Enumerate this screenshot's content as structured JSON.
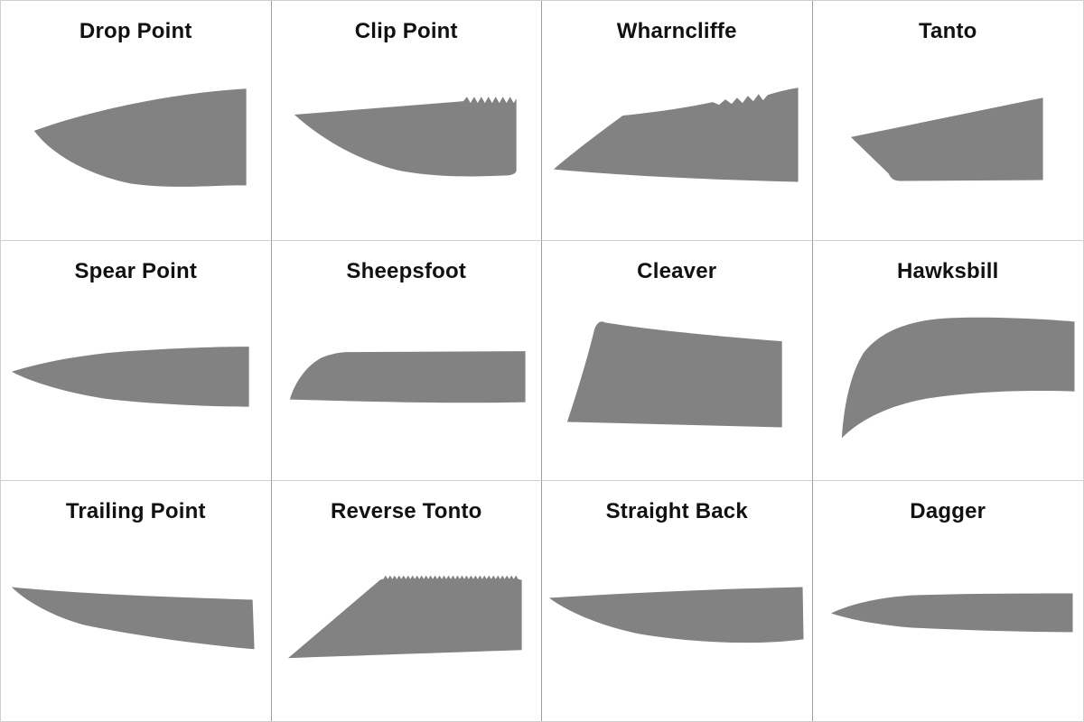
{
  "grid": {
    "columns": 4,
    "rows": 3
  },
  "colors": {
    "blade": "#828282",
    "grid_line_vertical": "#9e9e9e",
    "grid_line_horizontal": "#cfcfcf",
    "label_text": "#111111",
    "background": "#ffffff"
  },
  "cells": [
    {
      "label": "Drop Point",
      "shape": "drop-point"
    },
    {
      "label": "Clip Point",
      "shape": "clip-point"
    },
    {
      "label": "Wharncliffe",
      "shape": "wharncliffe"
    },
    {
      "label": "Tanto",
      "shape": "tanto"
    },
    {
      "label": "Spear Point",
      "shape": "spear-point"
    },
    {
      "label": "Sheepsfoot",
      "shape": "sheepsfoot"
    },
    {
      "label": "Cleaver",
      "shape": "cleaver"
    },
    {
      "label": "Hawksbill",
      "shape": "hawksbill"
    },
    {
      "label": "Trailing Point",
      "shape": "trailing-point"
    },
    {
      "label": "Reverse Tonto",
      "shape": "reverse-tonto"
    },
    {
      "label": "Straight Back",
      "shape": "straight-back"
    },
    {
      "label": "Dagger",
      "shape": "dagger"
    }
  ]
}
